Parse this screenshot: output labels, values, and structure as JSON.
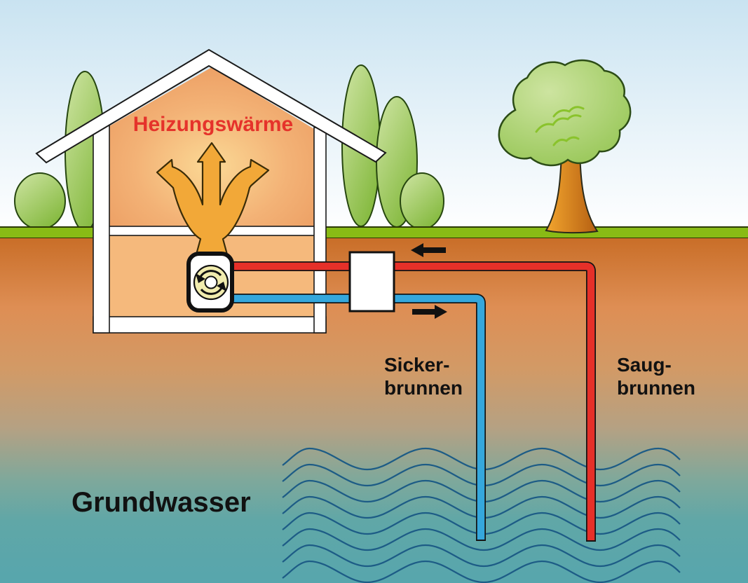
{
  "scene": {
    "heating_label": "Heizungswärme",
    "infiltration_well": {
      "line1": "Sicker-",
      "line2": "brunnen"
    },
    "suction_well": {
      "line1": "Saug-",
      "line2": "brunnen"
    },
    "groundwater_label": "Grundwasser"
  },
  "colors": {
    "heating_text": "#e5332b",
    "label_text": "#111111",
    "pipe_warm": "#e63029",
    "pipe_cold": "#35a7dc",
    "heat_arrow": "#f2a838",
    "flow_arrow": "#111111",
    "grass": "#89bb15",
    "sky_top": "#c9e3f1",
    "ground_top": "#c96e28",
    "groundwater_zone": "#57a6ad",
    "groundwater_wave": "#1d5c86"
  }
}
